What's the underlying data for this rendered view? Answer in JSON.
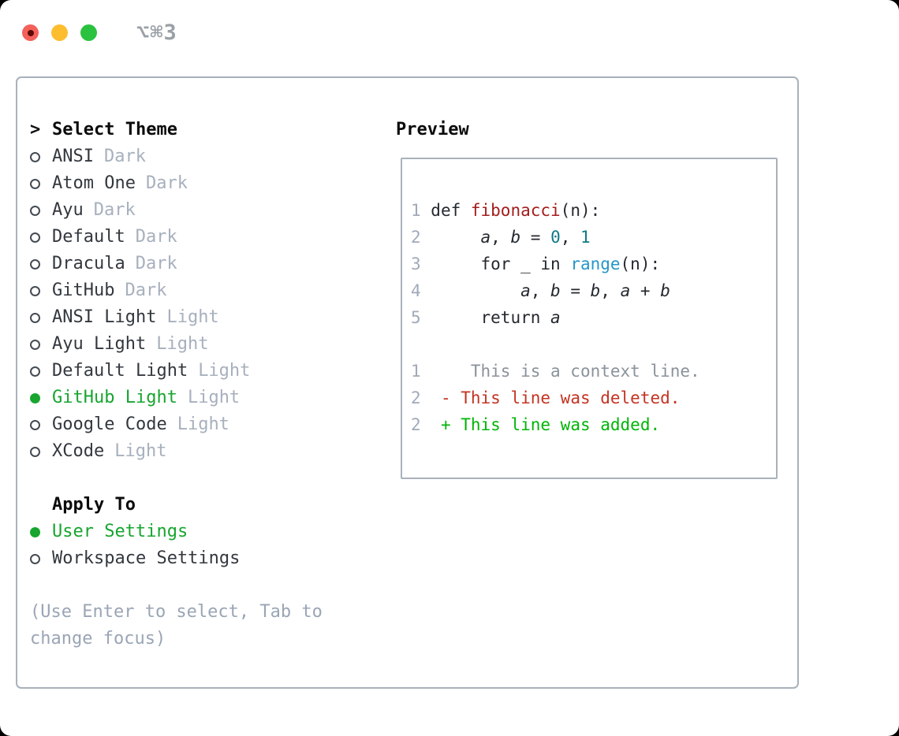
{
  "window": {
    "title": "⌥⌘3",
    "traffic_lights": [
      {
        "name": "close",
        "color": "#f4605a",
        "inner_dot": "#5d0b04"
      },
      {
        "name": "minimize",
        "color": "#fcbd2f"
      },
      {
        "name": "zoom",
        "color": "#2bc23f"
      }
    ]
  },
  "theme_picker": {
    "prompt": ">",
    "header": "Select Theme",
    "themes": [
      {
        "name": "ANSI",
        "tag": "Dark",
        "selected": false
      },
      {
        "name": "Atom One",
        "tag": "Dark",
        "selected": false
      },
      {
        "name": "Ayu",
        "tag": "Dark",
        "selected": false
      },
      {
        "name": "Default",
        "tag": "Dark",
        "selected": false
      },
      {
        "name": "Dracula",
        "tag": "Dark",
        "selected": false
      },
      {
        "name": "GitHub",
        "tag": "Dark",
        "selected": false
      },
      {
        "name": "ANSI Light",
        "tag": "Light",
        "selected": false
      },
      {
        "name": "Ayu Light",
        "tag": "Light",
        "selected": false
      },
      {
        "name": "Default Light",
        "tag": "Light",
        "selected": false
      },
      {
        "name": "GitHub Light",
        "tag": "Light",
        "selected": true
      },
      {
        "name": "Google Code",
        "tag": "Light",
        "selected": false
      },
      {
        "name": "XCode",
        "tag": "Light",
        "selected": false
      }
    ],
    "apply_to": {
      "header": "Apply To",
      "options": [
        {
          "label": "User Settings",
          "selected": true
        },
        {
          "label": "Workspace Settings",
          "selected": false
        }
      ]
    },
    "hint": "(Use Enter to select, Tab to\nchange focus)"
  },
  "preview": {
    "header": "Preview",
    "lines": [
      {
        "n": "1",
        "tokens": [
          {
            "t": " def ",
            "c": "code_plain"
          },
          {
            "t": "fibonacci",
            "c": "func_red"
          },
          {
            "t": "(n):",
            "c": "code_plain"
          }
        ]
      },
      {
        "n": "2",
        "tokens": [
          {
            "t": "      ",
            "c": "code_plain"
          },
          {
            "t": "a",
            "c": "var_plain",
            "i": true
          },
          {
            "t": ", ",
            "c": "code_plain"
          },
          {
            "t": "b",
            "c": "var_plain",
            "i": true
          },
          {
            "t": " = ",
            "c": "code_plain"
          },
          {
            "t": "0",
            "c": "number_teal"
          },
          {
            "t": ", ",
            "c": "code_plain"
          },
          {
            "t": "1",
            "c": "number_teal"
          }
        ]
      },
      {
        "n": "3",
        "tokens": [
          {
            "t": "      for _ in ",
            "c": "code_plain"
          },
          {
            "t": "range",
            "c": "builtin_blue"
          },
          {
            "t": "(n):",
            "c": "code_plain"
          }
        ]
      },
      {
        "n": "4",
        "tokens": [
          {
            "t": "          ",
            "c": "code_plain"
          },
          {
            "t": "a",
            "c": "var_plain",
            "i": true
          },
          {
            "t": ", ",
            "c": "code_plain"
          },
          {
            "t": "b",
            "c": "var_plain",
            "i": true
          },
          {
            "t": " = ",
            "c": "code_plain"
          },
          {
            "t": "b",
            "c": "var_plain",
            "i": true
          },
          {
            "t": ", ",
            "c": "code_plain"
          },
          {
            "t": "a",
            "c": "var_plain",
            "i": true
          },
          {
            "t": " + ",
            "c": "code_plain"
          },
          {
            "t": "b",
            "c": "var_plain",
            "i": true
          }
        ]
      },
      {
        "n": "5",
        "tokens": [
          {
            "t": "      return ",
            "c": "code_plain"
          },
          {
            "t": "a",
            "c": "var_plain",
            "i": true
          }
        ]
      },
      {
        "n": "",
        "tokens": []
      },
      {
        "n": "1",
        "tokens": [
          {
            "t": "     This is a context line.",
            "c": "context_gray"
          }
        ]
      },
      {
        "n": "2",
        "tokens": [
          {
            "t": "  ",
            "c": "code_plain"
          },
          {
            "t": "- This line was deleted.",
            "c": "deleted_red"
          }
        ]
      },
      {
        "n": "2",
        "tokens": [
          {
            "t": "  ",
            "c": "code_plain"
          },
          {
            "t": "+ This line was added.",
            "c": "added_green"
          }
        ]
      }
    ]
  },
  "colors": {
    "accent_green": "#17a52f",
    "added_green": "#00b506",
    "deleted_red": "#c43322",
    "func_red": "#a31d1d",
    "number_teal": "#0e7a85",
    "builtin_blue": "#2596c8",
    "code_plain": "#24292f",
    "var_plain": "#24292f",
    "line_number": "#a0aab8",
    "context_gray": "#8a929b",
    "tag_gray": "#a7b0bd",
    "hint_gray": "#9aa5b5",
    "list_text": "#33383e",
    "circle_outline": "#454b52",
    "title_gray": "#9aa0a6"
  }
}
